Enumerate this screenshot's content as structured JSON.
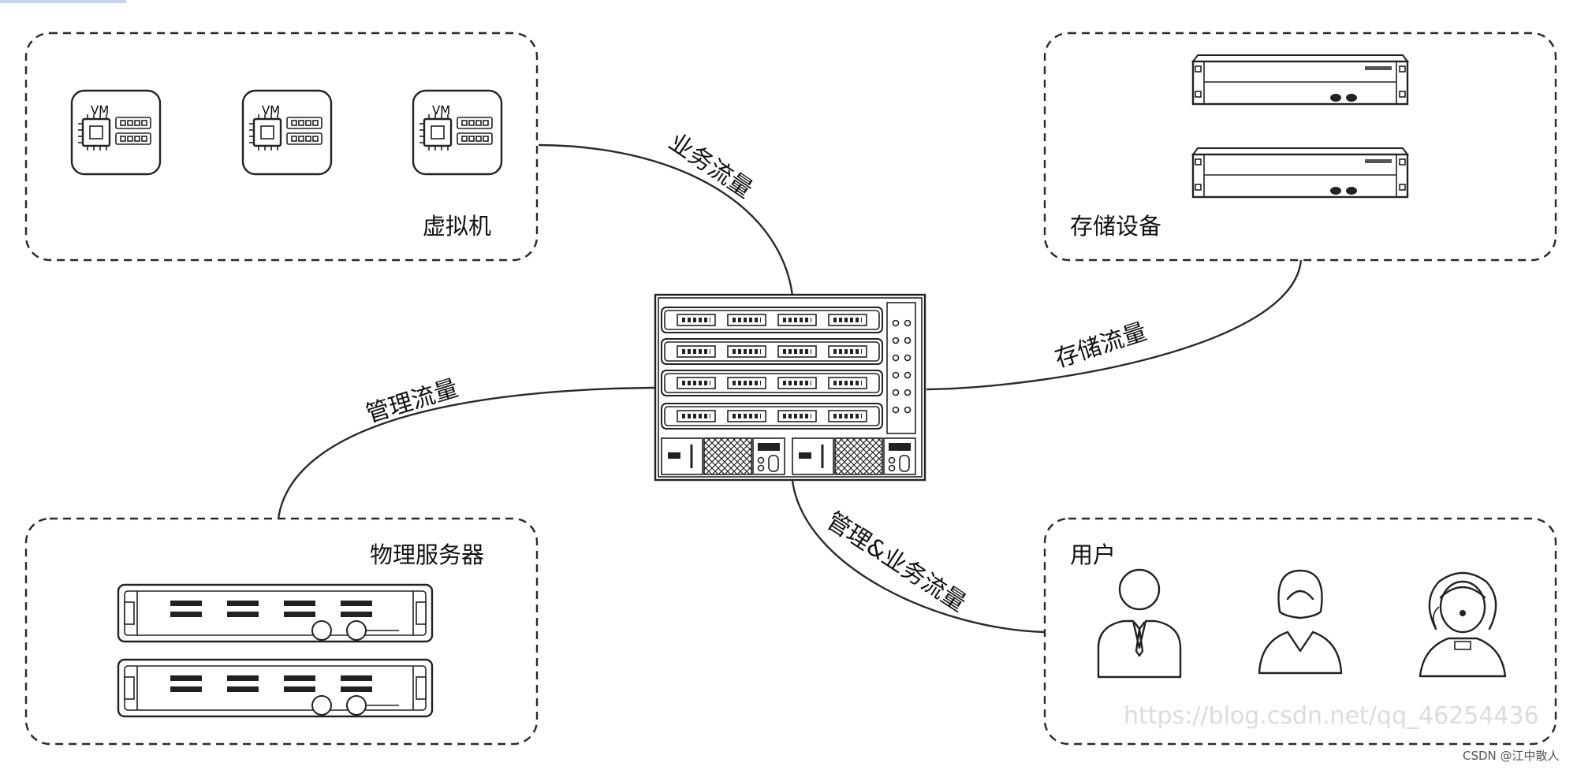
{
  "groups": {
    "virtual_machines": {
      "label": "虚拟机",
      "vm_badge": "VM"
    },
    "storage": {
      "label": "存储设备"
    },
    "physical_servers": {
      "label": "物理服务器"
    },
    "users": {
      "label": "用户"
    }
  },
  "links": {
    "business": "业务流量",
    "storage": "存储流量",
    "management": "管理流量",
    "mgmt_business": "管理&业务流量"
  },
  "watermark": "https://blog.csdn.net/qq_46254436",
  "credit": "CSDN @江中散人",
  "icons": {
    "vm": "vm-chip-icon",
    "storage": "storage-array-icon",
    "server": "rack-server-icon",
    "switch": "network-switch-icon",
    "user_male": "businessman-icon",
    "user_female": "businesswoman-icon",
    "user_support": "support-agent-icon"
  }
}
